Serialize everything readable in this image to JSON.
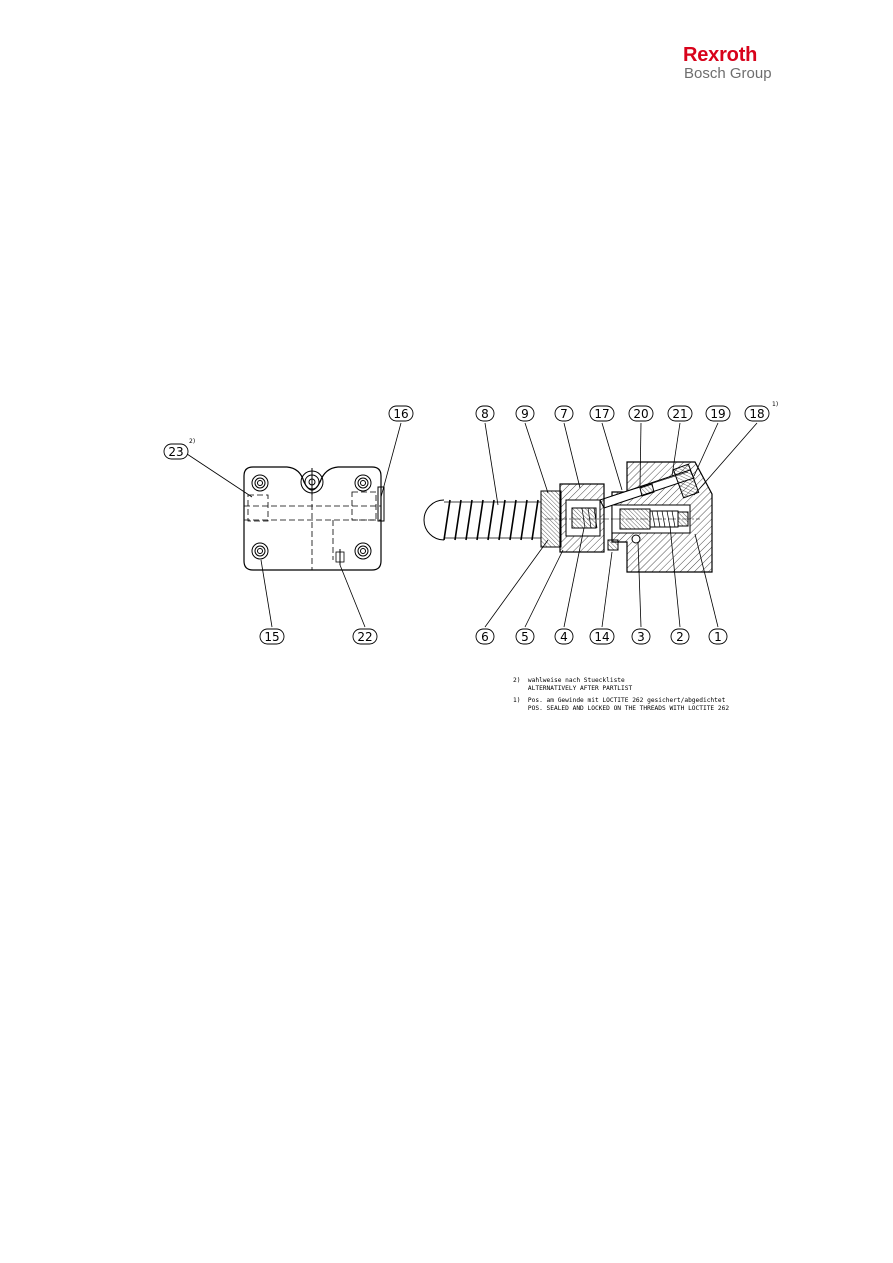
{
  "logo": {
    "brand": "Rexroth",
    "group": "Bosch Group"
  },
  "callouts": {
    "c1": "1",
    "c2": "2",
    "c3": "3",
    "c4": "4",
    "c5": "5",
    "c6": "6",
    "c7": "7",
    "c8": "8",
    "c9": "9",
    "c14": "14",
    "c15": "15",
    "c16": "16",
    "c17": "17",
    "c18": "18",
    "c19": "19",
    "c20": "20",
    "c21": "21",
    "c22": "22",
    "c23": "23"
  },
  "superscripts": {
    "s23": "2)",
    "s18": "1)"
  },
  "notes": {
    "n2a": "2)  wahlweise nach Stueckliste",
    "n2b": "    ALTERNATIVELY AFTER PARTLIST",
    "n1a": "1)  Pos. am Gewinde mit LOCTITE 262 gesichert/abgedichtet",
    "n1b": "    POS. SEALED AND LOCKED ON THE THREADS WITH LOCTITE 262"
  }
}
